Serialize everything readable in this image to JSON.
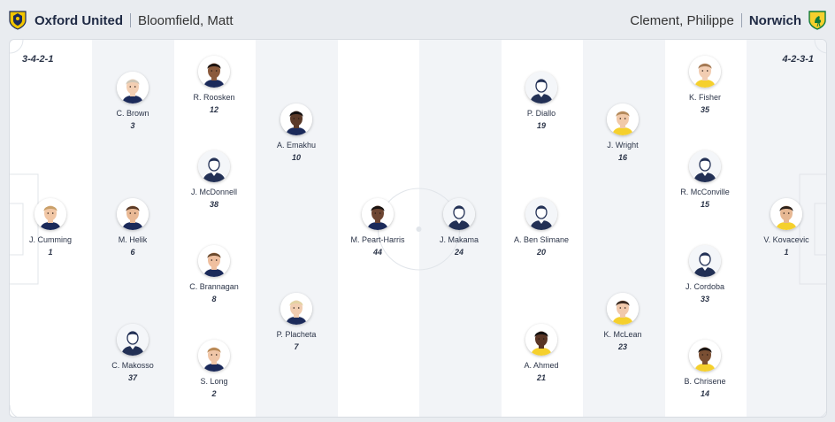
{
  "home": {
    "name": "Oxford United",
    "coach": "Bloomfield, Matt",
    "formation": "3-4-2-1",
    "players": [
      {
        "name": "J. Cumming",
        "number": "1",
        "skin": "#f1c7a6",
        "hair": "#c9a06a"
      },
      {
        "name": "C. Brown",
        "number": "3",
        "skin": "#f3cfb3",
        "hair": "#cfc7b8"
      },
      {
        "name": "M. Helik",
        "number": "6",
        "skin": "#e9b995",
        "hair": "#5a3a26"
      },
      {
        "name": "C. Makosso",
        "number": "37",
        "skin": "default",
        "hair": "default"
      },
      {
        "name": "R. Roosken",
        "number": "12",
        "skin": "#8a5a3c",
        "hair": "#1d1411"
      },
      {
        "name": "J. McDonnell",
        "number": "38",
        "skin": "default",
        "hair": "default"
      },
      {
        "name": "C. Brannagan",
        "number": "8",
        "skin": "#efbf9f",
        "hair": "#6b4a2e"
      },
      {
        "name": "S. Long",
        "number": "2",
        "skin": "#f0c6a7",
        "hair": "#b98a57"
      },
      {
        "name": "A. Emakhu",
        "number": "10",
        "skin": "#5b3a29",
        "hair": "#141010"
      },
      {
        "name": "P. Placheta",
        "number": "7",
        "skin": "#f1cdb1",
        "hair": "#e3d3a4"
      },
      {
        "name": "M. Peart-Harris",
        "number": "44",
        "skin": "#6d4532",
        "hair": "#1a1412"
      }
    ]
  },
  "away": {
    "name": "Norwich",
    "coach": "Clement, Philippe",
    "formation": "4-2-3-1",
    "players": [
      {
        "name": "V. Kovacevic",
        "number": "1",
        "skin": "#e7b893",
        "hair": "#2d221b"
      },
      {
        "name": "K. Fisher",
        "number": "35",
        "skin": "#f2cdb2",
        "hair": "#a47a55"
      },
      {
        "name": "R. McConville",
        "number": "15",
        "skin": "default",
        "hair": "default"
      },
      {
        "name": "J. Cordoba",
        "number": "33",
        "skin": "default",
        "hair": "default"
      },
      {
        "name": "B. Chrisene",
        "number": "14",
        "skin": "#7a4f33",
        "hair": "#1a1412"
      },
      {
        "name": "J. Wright",
        "number": "16",
        "skin": "#f1c9a9",
        "hair": "#b48a5b"
      },
      {
        "name": "K. McLean",
        "number": "23",
        "skin": "#f1c9ac",
        "hair": "#3b2b22"
      },
      {
        "name": "P. Diallo",
        "number": "19",
        "skin": "default",
        "hair": "default"
      },
      {
        "name": "A. Ben Slimane",
        "number": "20",
        "skin": "default",
        "hair": "default"
      },
      {
        "name": "A. Ahmed",
        "number": "21",
        "skin": "#5a3626",
        "hair": "#121010"
      },
      {
        "name": "J. Makama",
        "number": "24",
        "skin": "default",
        "hair": "default"
      }
    ]
  },
  "icons": {
    "home_crest": "oxford-crest-icon",
    "away_crest": "norwich-crest-icon",
    "default_avatar": "player-silhouette-icon"
  },
  "colors": {
    "text": "#1f2a44",
    "stripe": "#f2f4f7",
    "line": "#e1e5ea",
    "oxford_yellow": "#f2c500",
    "oxford_navy": "#1b2a5a",
    "norwich_yellow": "#f5d02d",
    "norwich_green": "#0e7a3a"
  }
}
